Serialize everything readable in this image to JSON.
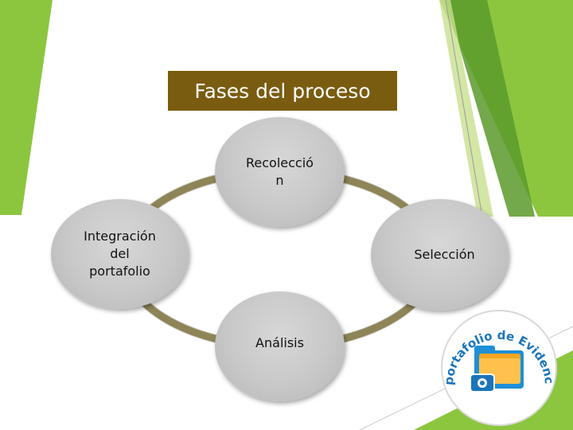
{
  "title": "Fases del proceso",
  "phases": [
    {
      "label": "Recolecció\nn"
    },
    {
      "label": "Selección"
    },
    {
      "label": "Análisis"
    },
    {
      "label": "Integración\ndel\nportafolio"
    }
  ],
  "logo": {
    "text": "portafolio de Evidencias del Alumno",
    "icon": "folder-camera-icon"
  },
  "colors": {
    "title_bg": "#7a5c10",
    "cycle_ring": "#8d8457",
    "node_fill": "#cbcbcb",
    "accent_green": "#8cc63f",
    "accent_dark_green": "#5a9a2a",
    "logo_blue": "#1b75bb"
  }
}
